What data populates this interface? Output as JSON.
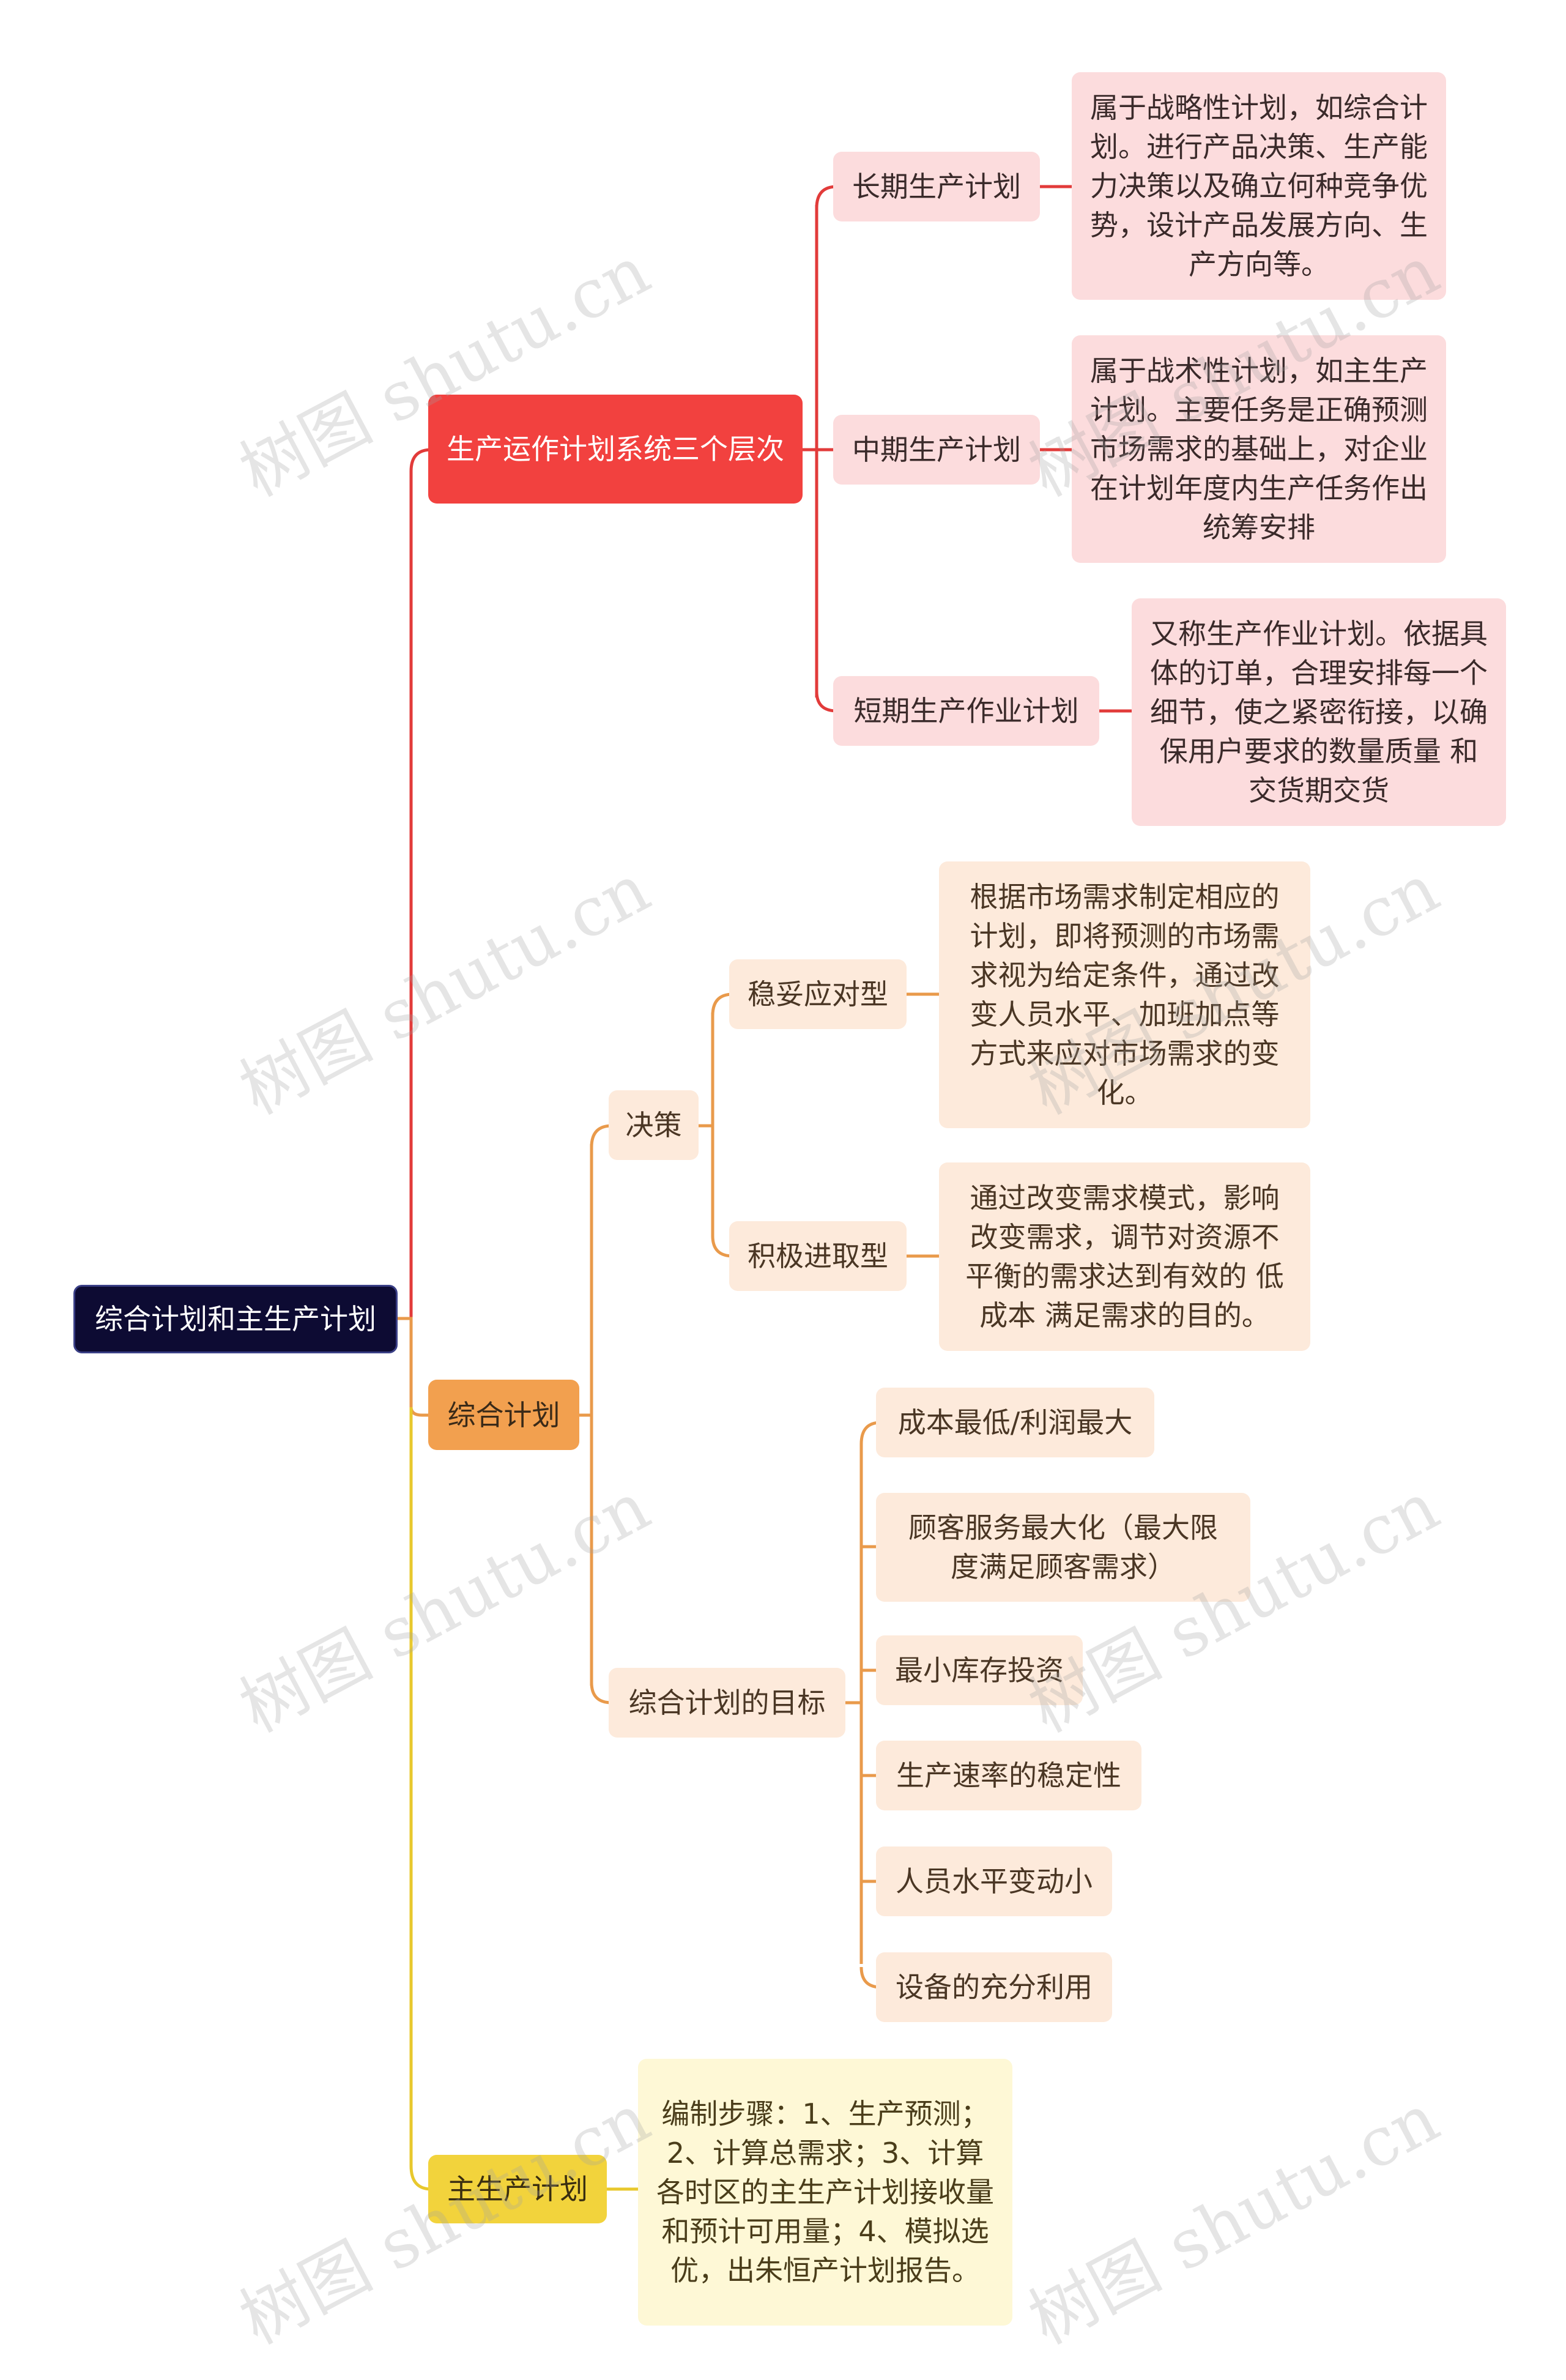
{
  "root": "综合计划和主生产计划",
  "branches": {
    "levels": {
      "label": "生产运作计划系统三个层次",
      "color": "#f2413f",
      "items": [
        {
          "label": "长期生产计划",
          "desc": "属于战略性计划，如综合计划。进行产品决策、生产能力决策以及确立何种竞争优势，设计产品发展方向、生产方向等。"
        },
        {
          "label": "中期生产计划",
          "desc": "属于战术性计划，如主生产计划。主要任务是正确预测市场需求的基础上，对企业在计划年度内生产任务作出统筹安排"
        },
        {
          "label": "短期生产作业计划",
          "desc": "又称生产作业计划。依据具体的订单，合理安排每一个细节，使之紧密衔接，以确保用户要求的数量质量 和交货期交货"
        }
      ]
    },
    "aggregate": {
      "label": "综合计划",
      "color": "#f2a04f",
      "decision": {
        "label": "决策",
        "items": [
          {
            "label": "稳妥应对型",
            "desc": "根据市场需求制定相应的计划，即将预测的市场需求视为给定条件，通过改变人员水平、加班加点等方式来应对市场需求的变化。"
          },
          {
            "label": "积极进取型",
            "desc": "通过改变需求模式，影响改变需求，调节对资源不平衡的需求达到有效的 低成本 满足需求的目的。"
          }
        ]
      },
      "goals": {
        "label": "综合计划的目标",
        "items": [
          "成本最低/利润最大",
          "顾客服务最大化（最大限度满足顾客需求）",
          "最小库存投资",
          "生产速率的稳定性",
          "人员水平变动小",
          "设备的充分利用"
        ]
      }
    },
    "mps": {
      "label": "主生产计划",
      "color": "#f2d33c",
      "desc": "编制步骤：1、生产预测；2、计算总需求；3、计算各时区的主生产计划接收量和预计可用量；4、模拟选优，出朱恒产计划报告。"
    }
  },
  "watermark": "树图 shutu.cn"
}
